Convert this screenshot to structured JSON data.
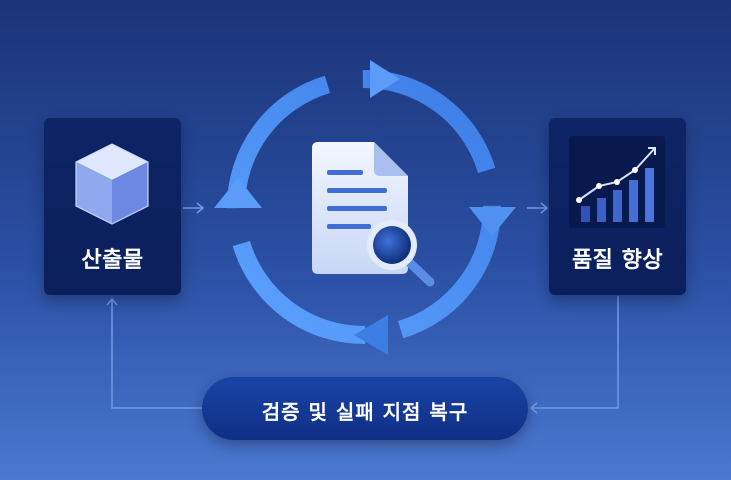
{
  "nodes": {
    "left": {
      "label": "산출물",
      "icon": "cube-icon"
    },
    "right": {
      "label": "품질 향상",
      "icon": "growth-chart-icon"
    },
    "center": {
      "icon": "document-search-icon"
    },
    "bottom": {
      "label": "검증 및 실패 지점 복구"
    }
  },
  "icons": {
    "cycle": "cycle-arrows-icon"
  },
  "colors": {
    "background_top": "#1c3478",
    "background_bottom": "#4b78d2",
    "card": "#0b1f5c",
    "cycle_arrow": "#4d8ff0",
    "connector": "#6f9be8"
  }
}
